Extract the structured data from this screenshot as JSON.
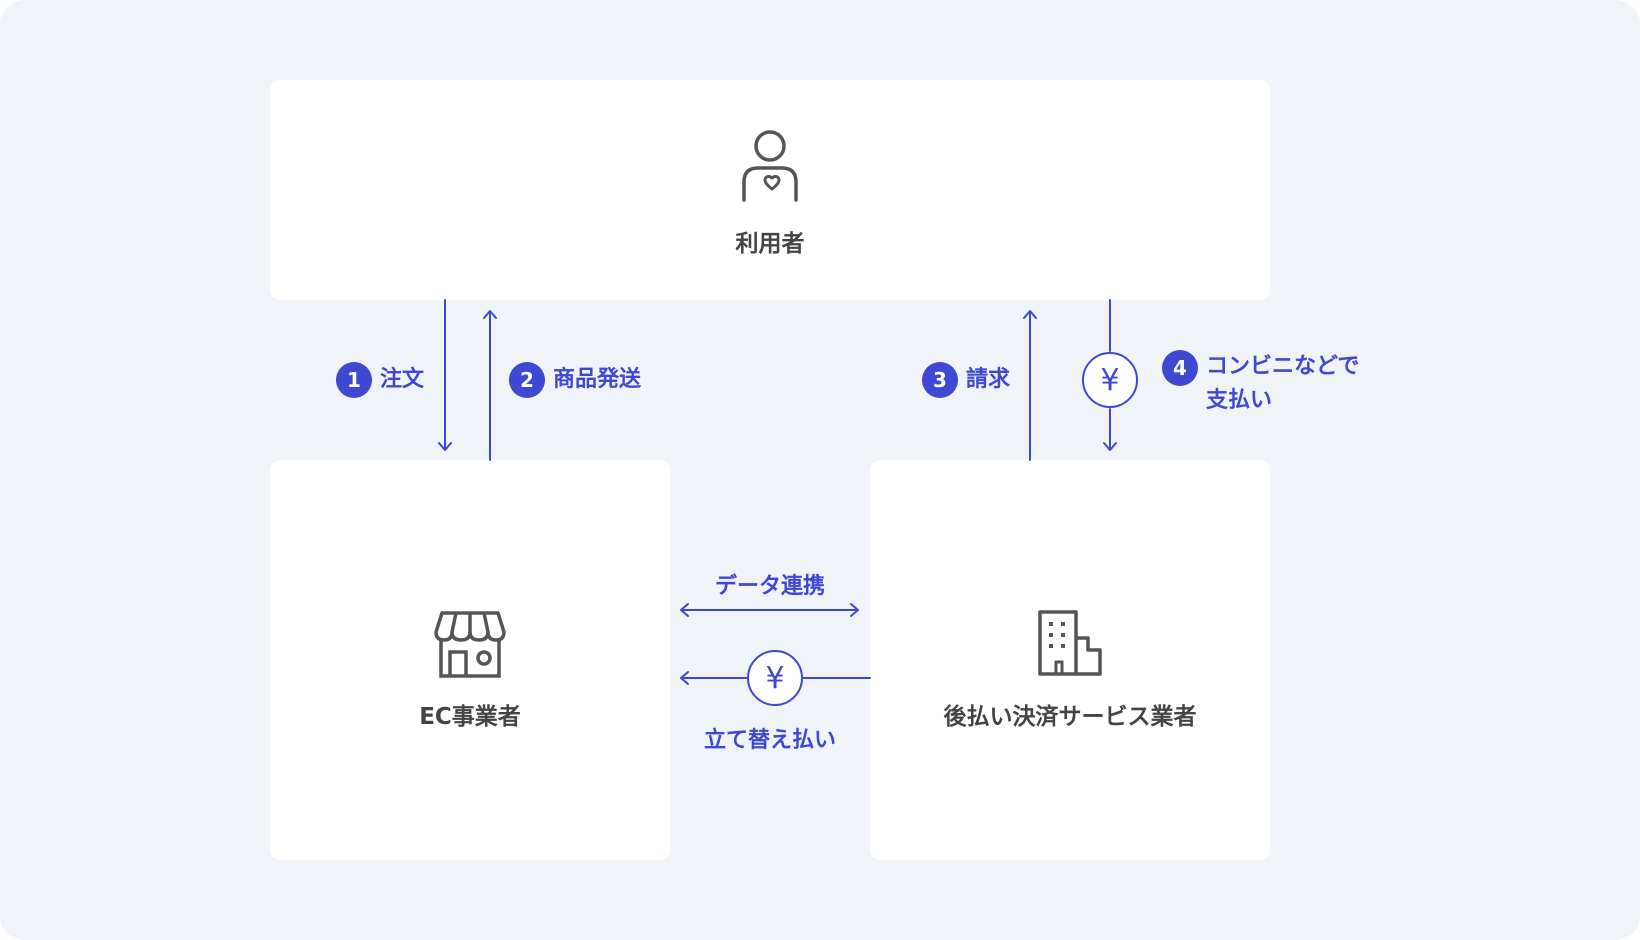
{
  "colors": {
    "background": "#f0f3f8",
    "card": "#ffffff",
    "accent": "#3f48d3",
    "icon": "#555555",
    "label": "#444444"
  },
  "nodes": {
    "user": {
      "label": "利用者",
      "icon": "person-heart-icon"
    },
    "ec": {
      "label": "EC事業者",
      "icon": "storefront-icon"
    },
    "bnpl": {
      "label": "後払い決済サービス業者",
      "icon": "building-icon"
    }
  },
  "steps": [
    {
      "num": "1",
      "text": "注文"
    },
    {
      "num": "2",
      "text": "商品発送"
    },
    {
      "num": "3",
      "text": "請求"
    },
    {
      "num": "4",
      "text_line1": "コンビニなどで",
      "text_line2": "支払い"
    }
  ],
  "flows": {
    "data_link": "データ連携",
    "advance_payment": "立て替え払い",
    "yen_symbol": "¥"
  }
}
